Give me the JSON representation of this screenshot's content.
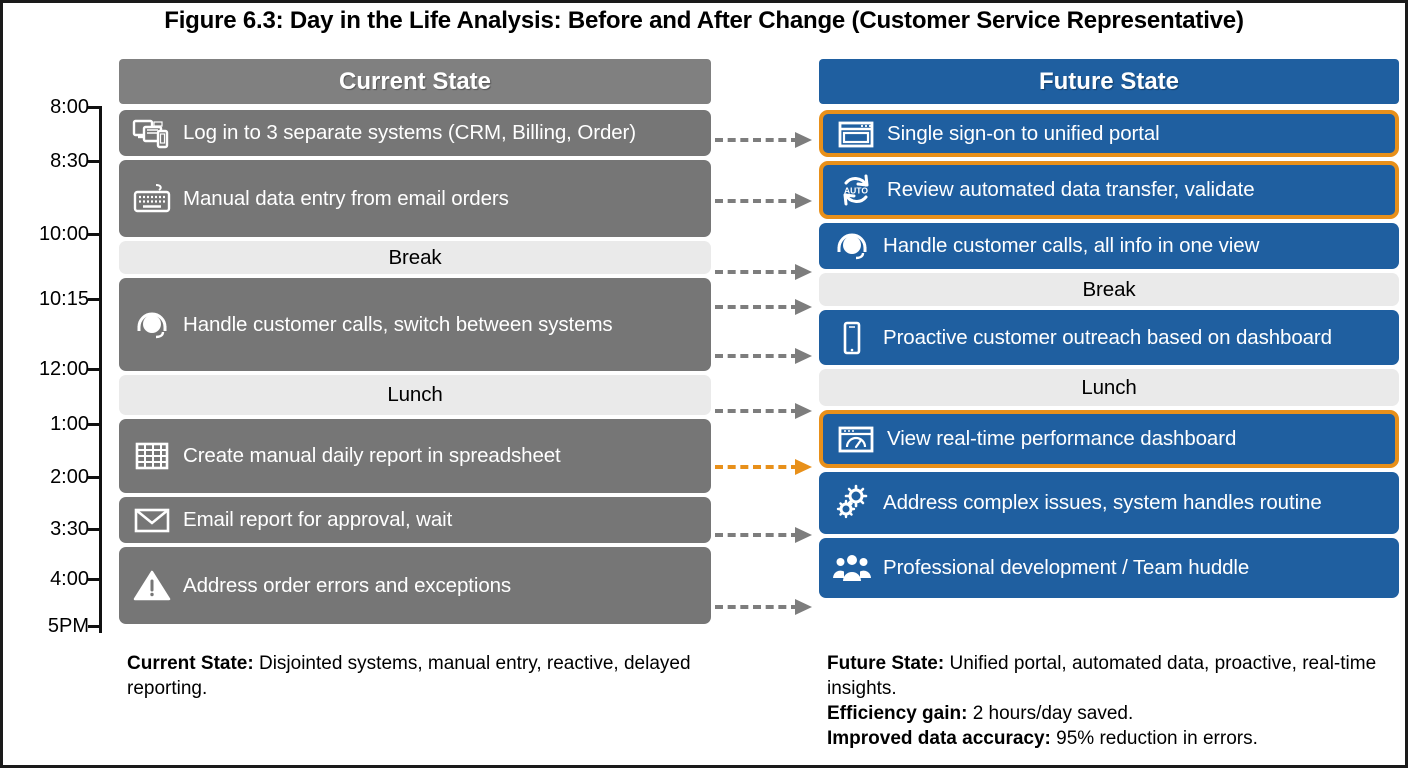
{
  "title": "Figure 6.3: Day in the Life Analysis: Before and After Change (Customer Service Representative)",
  "colors": {
    "current_header": "#808080",
    "current_task": "#767676",
    "future_header": "#1F5FA0",
    "future_task": "#1F5FA0",
    "pause": "#EAEAEA",
    "accent": "#E8901A",
    "connector": "#7D7D7D"
  },
  "timeline": {
    "ticks": [
      "8:00",
      "8:30",
      "10:00",
      "10:15",
      "12:00",
      "1:00",
      "2:00",
      "3:30",
      "4:00",
      "5PM"
    ]
  },
  "current": {
    "header": "Current State",
    "rows": [
      {
        "label": "Log in to 3 separate systems (CRM, Billing, Order)",
        "icon": "multi-device-icon",
        "kind": "task",
        "highlight": false
      },
      {
        "label": "Manual data entry from email orders",
        "icon": "keyboard-icon",
        "kind": "task",
        "highlight": false
      },
      {
        "label": "Break",
        "icon": "",
        "kind": "pause",
        "highlight": false
      },
      {
        "label": "Handle customer calls, switch between systems",
        "icon": "headset-icon",
        "kind": "task",
        "highlight": false
      },
      {
        "label": "Lunch",
        "icon": "",
        "kind": "pause",
        "highlight": false
      },
      {
        "label": "Create manual daily report in spreadsheet",
        "icon": "spreadsheet-icon",
        "kind": "task",
        "highlight": false
      },
      {
        "label": "Email report for approval, wait",
        "icon": "envelope-icon",
        "kind": "task",
        "highlight": false
      },
      {
        "label": "Address order errors and exceptions",
        "icon": "warning-icon",
        "kind": "task",
        "highlight": false
      }
    ],
    "note_lead": "Current State:",
    "note_body": " Disjointed systems, manual entry, reactive, delayed reporting."
  },
  "future": {
    "header": "Future State",
    "rows": [
      {
        "label": "Single sign-on to unified portal",
        "icon": "browser-window-icon",
        "kind": "task",
        "highlight": true
      },
      {
        "label": "Review automated data transfer, validate",
        "icon": "auto-sync-icon",
        "kind": "task",
        "highlight": true
      },
      {
        "label": "Handle customer calls, all info in one view",
        "icon": "headset-icon",
        "kind": "task",
        "highlight": false
      },
      {
        "label": "Break",
        "icon": "",
        "kind": "pause",
        "highlight": false
      },
      {
        "label": "Proactive customer outreach based on dashboard",
        "icon": "mobile-phone-icon",
        "kind": "task",
        "highlight": false
      },
      {
        "label": "Lunch",
        "icon": "",
        "kind": "pause",
        "highlight": false
      },
      {
        "label": "View real-time performance dashboard",
        "icon": "dashboard-gauge-icon",
        "kind": "task",
        "highlight": true
      },
      {
        "label": "Address complex issues, system handles routine",
        "icon": "gears-icon",
        "kind": "task",
        "highlight": false
      },
      {
        "label": "Professional development / Team huddle",
        "icon": "team-people-icon",
        "kind": "task",
        "highlight": false
      }
    ],
    "note_lines": [
      {
        "lead": "Future State:",
        "body": " Unified portal, automated data, proactive, real-time insights."
      },
      {
        "lead": "Efficiency gain:",
        "body": " 2 hours/day saved."
      },
      {
        "lead": "Improved data accuracy:",
        "body": " 95% reduction in errors."
      }
    ]
  },
  "connectors": {
    "count": 9,
    "accent_index": 6,
    "style": "dashed-arrow"
  }
}
